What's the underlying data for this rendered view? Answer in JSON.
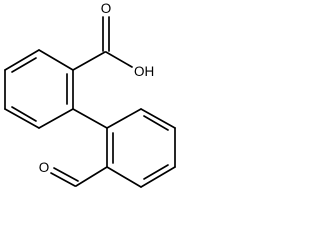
{
  "molecule": {
    "labels": {
      "hydroxyl": "OH",
      "carboxyl_oxygen": "O",
      "aldehyde_oxygen": "O"
    }
  }
}
